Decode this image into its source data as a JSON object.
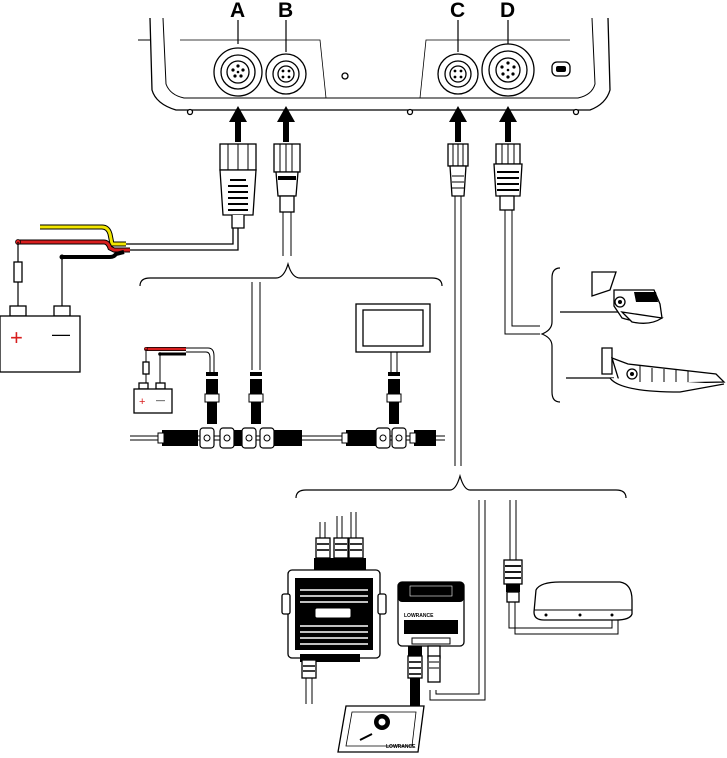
{
  "ports": [
    {
      "id": "A",
      "label": "A"
    },
    {
      "id": "B",
      "label": "B"
    },
    {
      "id": "C",
      "label": "C"
    },
    {
      "id": "D",
      "label": "D"
    }
  ],
  "battery": {
    "positive": "+",
    "negative": "—"
  },
  "small_battery": {
    "positive": "+",
    "negative": "—"
  },
  "brand": {
    "module": "LOWRANCE",
    "transducer": "LOWRANCE"
  },
  "colors": {
    "red": "#d81e1e",
    "yellow": "#f2e600",
    "black": "#000000",
    "line": "#000000"
  }
}
